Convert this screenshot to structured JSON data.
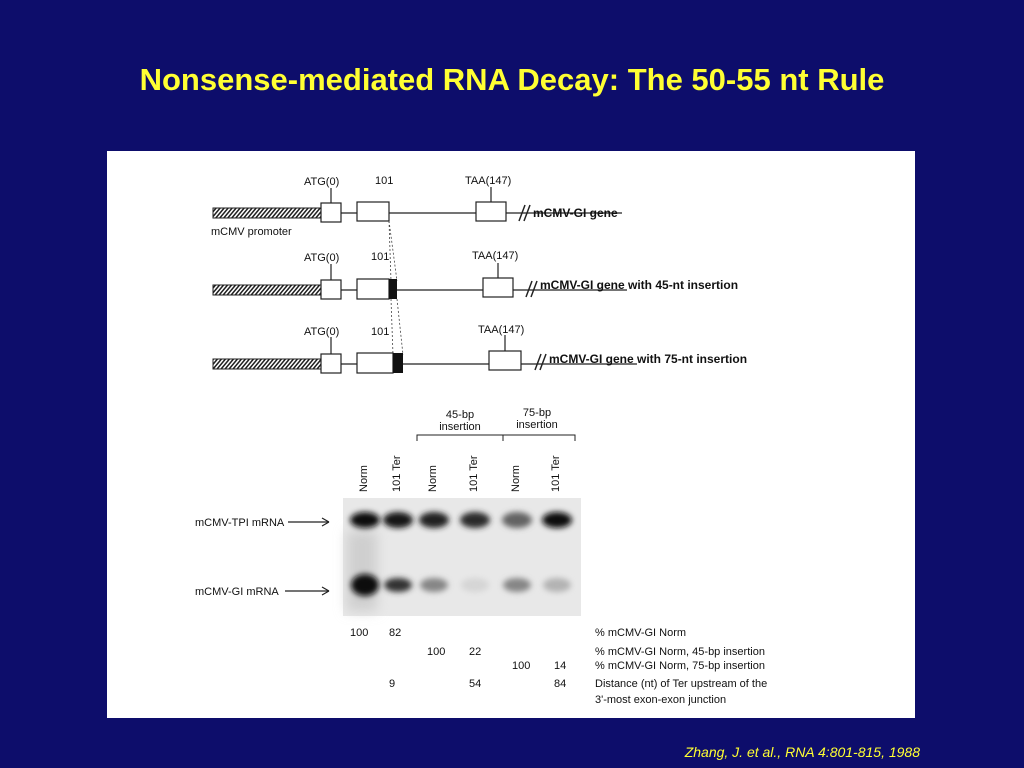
{
  "slide": {
    "title": "Nonsense-mediated RNA Decay: The 50-55 nt Rule",
    "citation": "Zhang, J. et al., RNA 4:801-815, 1988"
  },
  "gene_diagram": {
    "promoter_label": "mCMV promoter",
    "constructs": [
      {
        "atg_label": "ATG(0)",
        "exon_label": "101",
        "stop_label": "TAA(147)",
        "name": "mCMV-GI gene",
        "insertion_nt": 0
      },
      {
        "atg_label": "ATG(0)",
        "exon_label": "101",
        "stop_label": "TAA(147)",
        "name": "mCMV-GI gene with 45-nt insertion",
        "insertion_nt": 45
      },
      {
        "atg_label": "ATG(0)",
        "exon_label": "101",
        "stop_label": "TAA(147)",
        "name": "mCMV-GI gene with 75-nt insertion",
        "insertion_nt": 75
      }
    ]
  },
  "blot": {
    "group_45": {
      "line1": "45-bp",
      "line2": "insertion"
    },
    "group_75": {
      "line1": "75-bp",
      "line2": "insertion"
    },
    "lanes": [
      "Norm",
      "101 Ter",
      "Norm",
      "101 Ter",
      "Norm",
      "101 Ter"
    ],
    "band_labels": {
      "tpi": "mCMV-TPI mRNA",
      "gi": "mCMV-GI mRNA"
    },
    "tpi_intensity": [
      1.0,
      0.95,
      0.9,
      0.85,
      0.6,
      1.0
    ],
    "gi_intensity": [
      1.0,
      0.82,
      0.45,
      0.1,
      0.45,
      0.25
    ],
    "table_rows": [
      {
        "values": [
          "100",
          "82",
          "",
          "",
          "",
          ""
        ],
        "label": "% mCMV-GI Norm"
      },
      {
        "values": [
          "",
          "",
          "100",
          "22",
          "",
          ""
        ],
        "label": "% mCMV-GI Norm, 45-bp insertion"
      },
      {
        "values": [
          "",
          "",
          "",
          "",
          "100",
          "14"
        ],
        "label": "% mCMV-GI Norm, 75-bp insertion"
      },
      {
        "values": [
          "",
          "9",
          "",
          "54",
          "",
          "84"
        ],
        "label": "Distance (nt) of Ter upstream of the"
      },
      {
        "values": [
          "",
          "",
          "",
          "",
          "",
          ""
        ],
        "label": "3'-most exon-exon junction"
      }
    ]
  },
  "colors": {
    "background": "#0d0d6b",
    "title": "#ffff33",
    "panel": "#ffffff"
  }
}
